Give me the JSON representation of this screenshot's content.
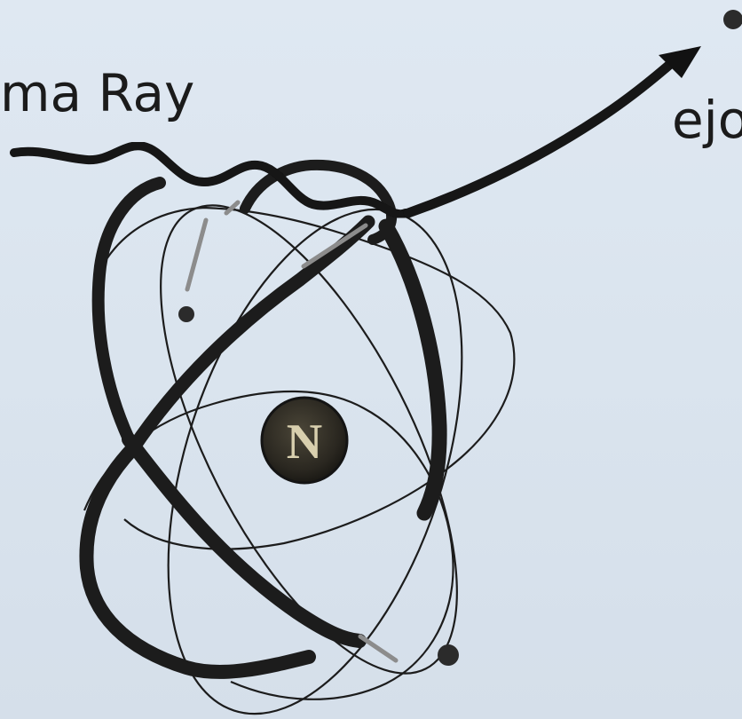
{
  "diagram": {
    "labels": {
      "gamma_ray": "ma Ray",
      "ejected": "ejo"
    },
    "nucleus": {
      "symbol": "N",
      "color": "#2a2720",
      "symbol_color": "#d8cfae"
    },
    "orbit_color": "#1f1f1f",
    "ray_color": "#121212",
    "background_color": "#dbe5ef"
  }
}
